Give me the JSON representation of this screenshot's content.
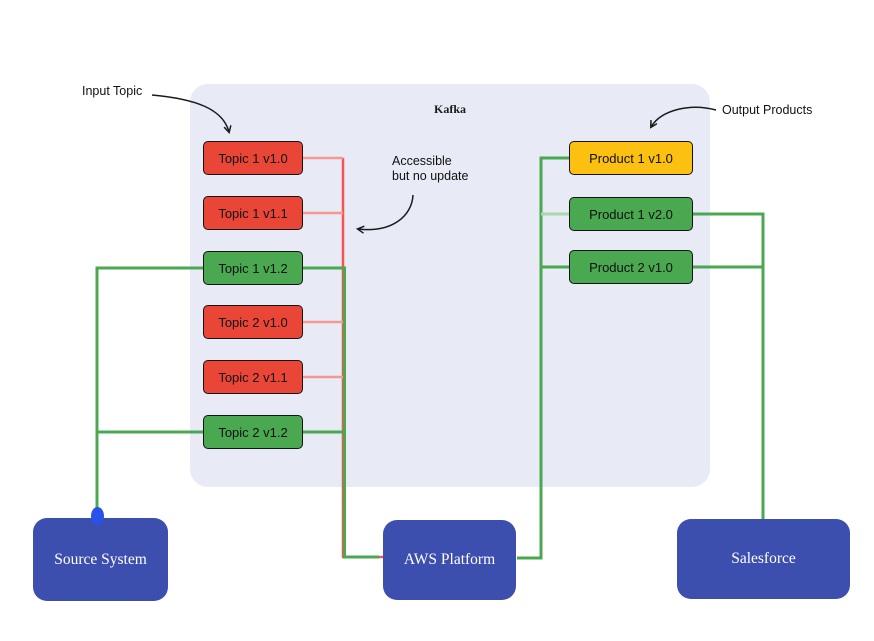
{
  "diagram": {
    "container_label": "Kafka",
    "annotations": {
      "input_topic": "Input Topic",
      "accessible_note": "Accessible\nbut no update",
      "output_products": "Output Products"
    },
    "topics": [
      {
        "label": "Topic 1 v1.0",
        "status": "deprecated-red"
      },
      {
        "label": "Topic 1 v1.1",
        "status": "deprecated-red"
      },
      {
        "label": "Topic 1 v1.2",
        "status": "active-green"
      },
      {
        "label": "Topic 2 v1.0",
        "status": "deprecated-red"
      },
      {
        "label": "Topic 2 v1.1",
        "status": "deprecated-red"
      },
      {
        "label": "Topic 2 v1.2",
        "status": "active-green"
      }
    ],
    "products": [
      {
        "label": "Product 1 v1.0",
        "status": "warning-yellow"
      },
      {
        "label": "Product 1 v2.0",
        "status": "active-green"
      },
      {
        "label": "Product 2 v1.0",
        "status": "active-green"
      }
    ],
    "systems": [
      {
        "label": "Source System"
      },
      {
        "label": "AWS Platform"
      },
      {
        "label": "Salesforce"
      }
    ],
    "colors": {
      "container_bg": "#e8eaf6",
      "topic_red": "#ea4638",
      "node_green": "#4aa850",
      "product_yellow": "#fcc011",
      "system_blue": "#3d4fae",
      "wire_green": "#4aa850",
      "wire_green_light": "#a9d8ab",
      "wire_red": "#f4564e",
      "wire_red_light": "#f59890",
      "junction_dot_blue": "#2a52e8"
    }
  }
}
